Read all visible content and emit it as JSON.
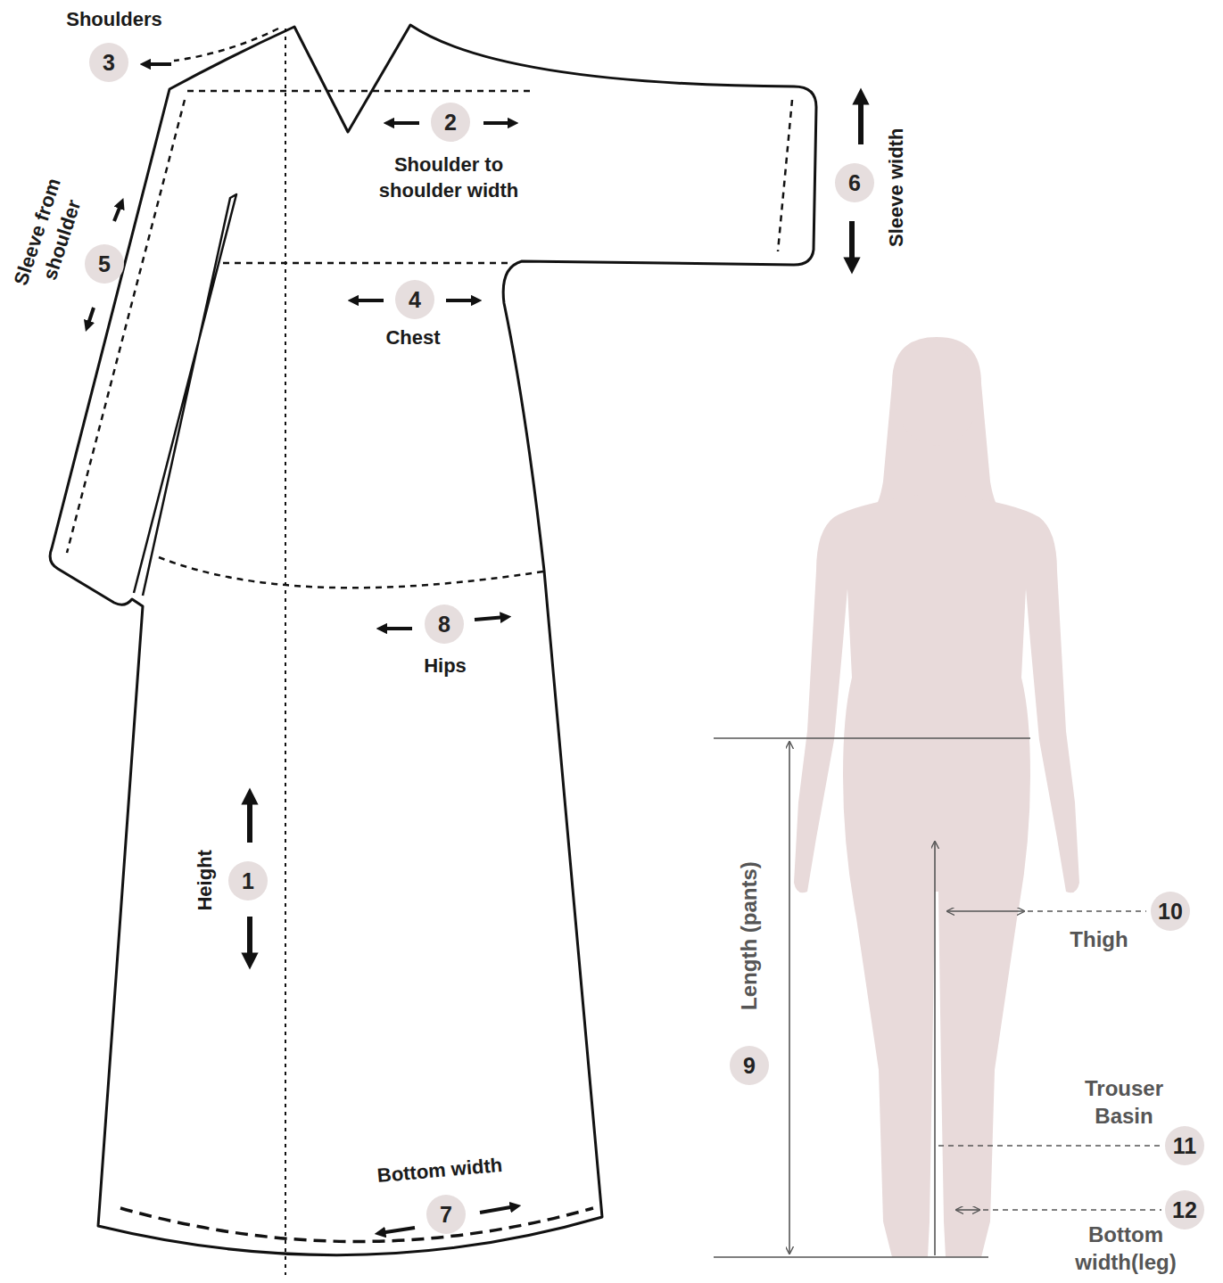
{
  "diagram": {
    "nodes": [
      {
        "text": [
          "3"
        ]
      },
      {
        "text": [
          "2"
        ]
      },
      {
        "text": [
          "6"
        ]
      },
      {
        "text": [
          "5"
        ]
      },
      {
        "text": [
          "4"
        ]
      },
      {
        "text": [
          "8"
        ]
      },
      {
        "text": [
          "1"
        ]
      },
      {
        "text": [
          "10"
        ]
      },
      {
        "text": [
          "9"
        ]
      },
      {
        "text": [
          "11"
        ]
      },
      {
        "text": [
          "7"
        ]
      },
      {
        "text": [
          "12"
        ]
      }
    ],
    "labels": [
      "Shoulders",
      "Shoulder to shoulder width",
      "Sleeve width",
      "Sleeve from shoulder",
      "Chest",
      "Hips",
      "Height",
      "Length (pants)",
      "Thigh",
      "Trouser Basin",
      "Bottom width",
      "Bottom width(leg)"
    ]
  }
}
